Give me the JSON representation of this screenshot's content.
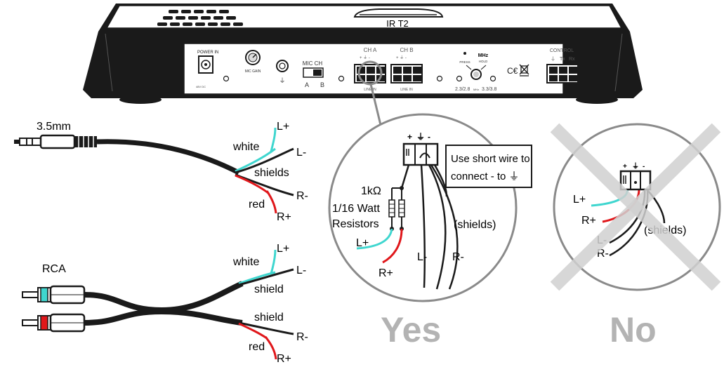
{
  "device": {
    "model": "IR T2",
    "power_in": "POWER IN",
    "power_sub": "48V DC",
    "mic_gain": "MIC GAIN",
    "mic_ch": "MIC CH",
    "mic_ch_a": "A",
    "mic_ch_b": "B",
    "ch_a": "CH A",
    "ch_b": "CH B",
    "line_in_a": "LINE IN",
    "line_in_b": "LINE IN",
    "press": "PRESS",
    "mhz": "MHz",
    "hold": "HOLD",
    "freq_label": "2.3/2.8",
    "freq_mhz": "MHz",
    "freq_label_2": "3.3/3.8",
    "ce_mark": "C€",
    "control": "CONTROL",
    "tx": "Tx",
    "rx": "Rx"
  },
  "cable_35": {
    "title": "3.5mm",
    "white": "white",
    "red": "red",
    "shields": "shields",
    "l_plus": "L+",
    "l_minus": "L-",
    "r_minus": "R-",
    "r_plus": "R+"
  },
  "cable_rca": {
    "title": "RCA",
    "white": "white",
    "red": "red",
    "shield_top": "shield",
    "shield_bottom": "shield",
    "l_plus": "L+",
    "l_minus": "L-",
    "r_minus": "R-",
    "r_plus": "R+"
  },
  "yes_detail": {
    "callout_line1": "Use short wire to",
    "callout_line2": "connect - to ⏚",
    "resistor_value": "1kΩ",
    "resistor_rating": "1/16 Watt",
    "resistor_word": "Resistors",
    "shields": "(shields)",
    "l_plus": "L+",
    "r_plus": "R+",
    "l_minus": "L-",
    "r_minus": "R-",
    "term_plus": "+",
    "term_ground": "⏚",
    "term_minus": "-",
    "verdict": "Yes"
  },
  "no_detail": {
    "shields": "(shields)",
    "l_plus": "L+",
    "r_plus": "R+",
    "l_minus": "L-",
    "r_minus": "R-",
    "term_plus": "+",
    "term_ground": "⏚",
    "term_minus": "-",
    "verdict": "No"
  },
  "colors": {
    "white_wire": "#3fd6cf",
    "red_wire": "#e0171b",
    "circle": "#8a8a8a",
    "cross": "#d0d0d0",
    "verdict": "#b3b3b3",
    "device_body": "#1a1a1a"
  }
}
